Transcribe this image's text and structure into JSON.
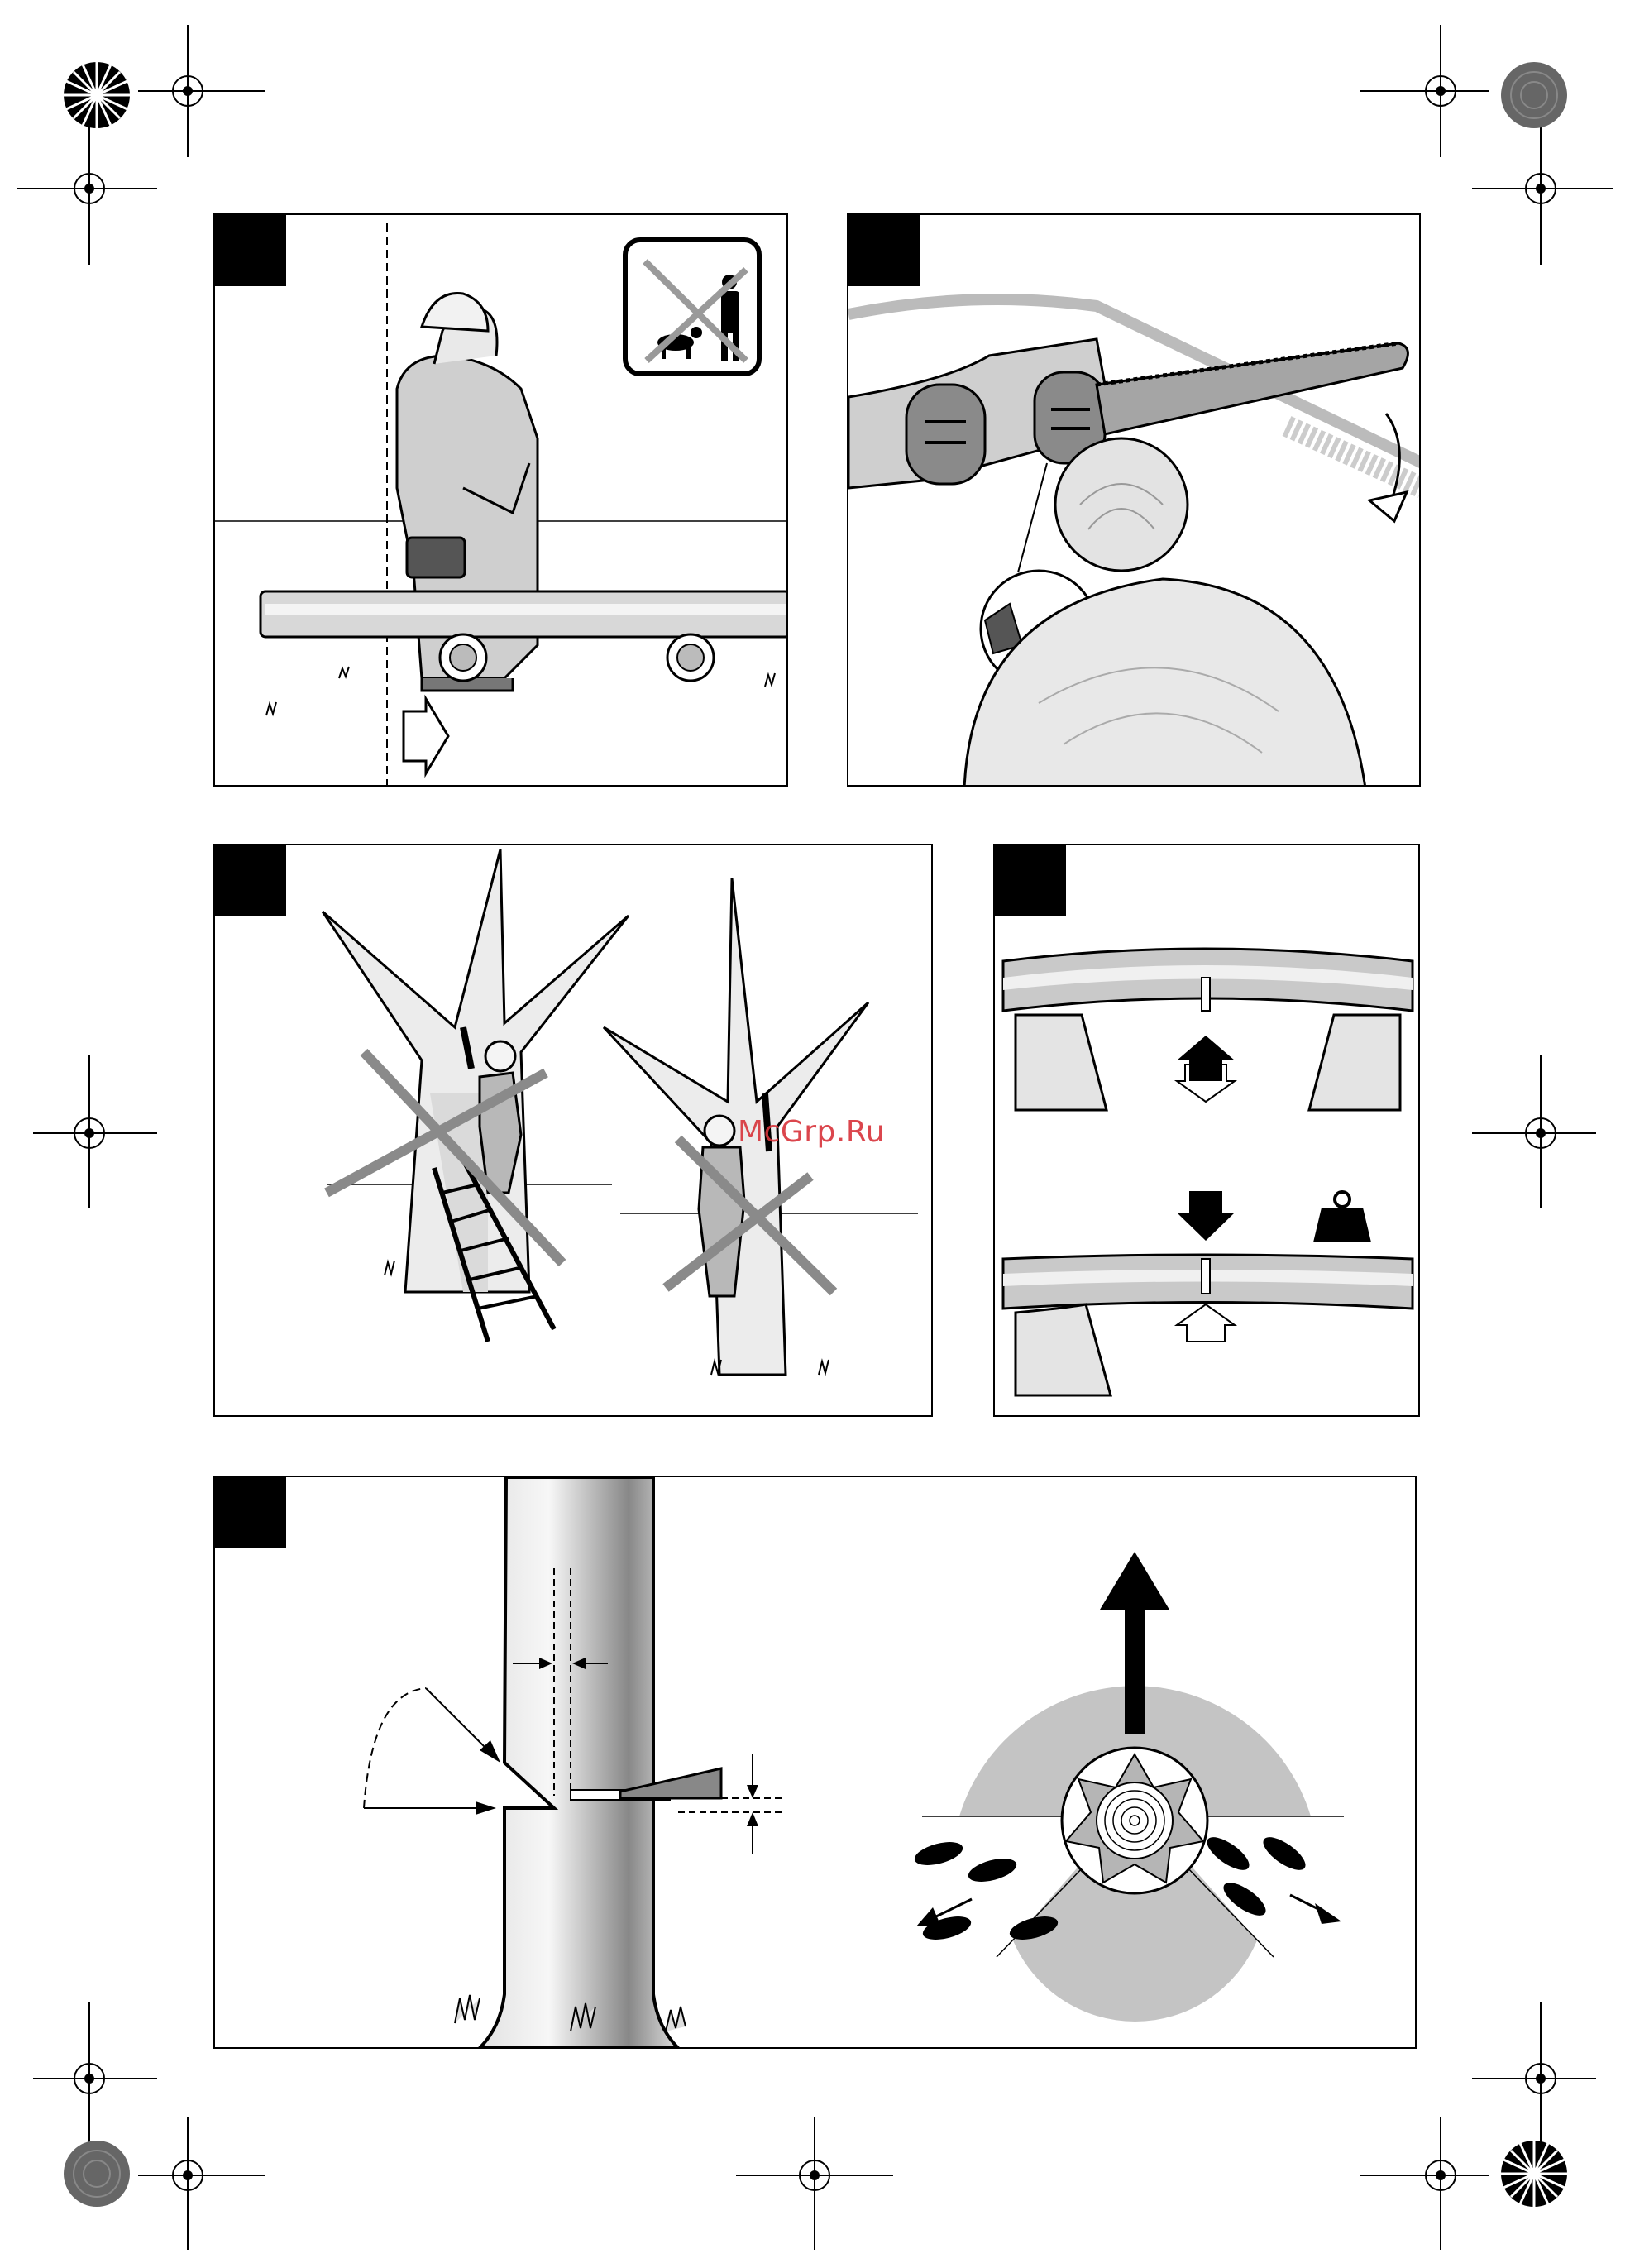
{
  "watermark": {
    "text": "McGrp.Ru",
    "color": "#d8333a"
  },
  "panels": [
    {
      "name": "operator-log-cutting"
    },
    {
      "name": "chainsaw-bucking-spike"
    },
    {
      "name": "no-ladder-no-climbing"
    },
    {
      "name": "log-support-bending"
    },
    {
      "name": "tree-felling-notch"
    }
  ],
  "icons": {
    "no-bystanders": "no-people-animals-icon",
    "weight": "weight-icon",
    "crossed": "prohibited-cross-icon"
  },
  "colors": {
    "ink": "#000000",
    "shade": "#b9b9b9",
    "light": "#e6e6e6",
    "watermark": "#d8333a"
  }
}
